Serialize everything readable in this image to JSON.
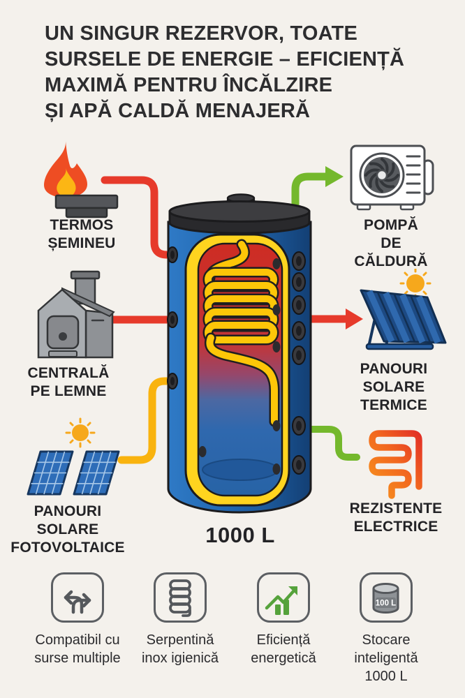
{
  "title": "UN SINGUR REZERVOR, TOATE\nSURSELE DE ENERGIE – EFICIENȚĂ\nMAXIMĂ PENTRU ÎNCĂLZIRE\nȘI APĂ CALDĂ MENAJERĂ",
  "tank": {
    "capacity_label": "1000 L"
  },
  "sources": [
    {
      "id": "termos-semineu",
      "label": "TERMOS\nȘEMINEU",
      "icon": "fireplace-icon",
      "pipe_color": "#e63a2b"
    },
    {
      "id": "centrala-pe-lemne",
      "label": "CENTRALĂ\nPE LEMNE",
      "icon": "wood-boiler-icon",
      "pipe_color": "#e63a2b"
    },
    {
      "id": "panouri-solare-fotovoltaice",
      "label": "PANOURI\nSOLARE\nFOTOVOLTAICE",
      "icon": "solar-pv-icon",
      "pipe_color": "#f9b30e"
    },
    {
      "id": "pompa-de-caldura",
      "label": "POMPĂ\nDE CĂLDURĂ",
      "icon": "heat-pump-icon",
      "pipe_color": "#74b82c"
    },
    {
      "id": "panouri-solare-termice",
      "label": "PANOURI\nSOLARE\nTERMICE",
      "icon": "solar-thermal-icon",
      "pipe_color": "#e63a2b"
    },
    {
      "id": "rezistente-electrice",
      "label": "REZISTENTE\nELECTRICE",
      "icon": "heating-element-icon",
      "pipe_color": "#74b82c"
    }
  ],
  "features": [
    {
      "label": "Compatibil cu\nsurse multiple",
      "icon": "split-arrows-icon"
    },
    {
      "label": "Serpentină\ninox igienică",
      "icon": "coil-icon"
    },
    {
      "label": "Eficiență\nenergetică",
      "icon": "growth-chart-icon"
    },
    {
      "label": "Stocare\ninteligentă\n1000 L",
      "icon": "storage-cylinder-icon",
      "icon_text": "100 L"
    }
  ],
  "colors": {
    "background": "#f4f1ec",
    "title_text": "#2d2d2f",
    "pipe_red": "#e63a2b",
    "pipe_yellow": "#f9b30e",
    "pipe_green": "#74b82c",
    "tank_blue": "#2268b1",
    "insulation_yellow": "#ffd41f",
    "hot_red": "#ce2c23",
    "cold_blue": "#2a66ab",
    "icon_gray": "#5c5f63",
    "chart_green": "#55a23b"
  }
}
